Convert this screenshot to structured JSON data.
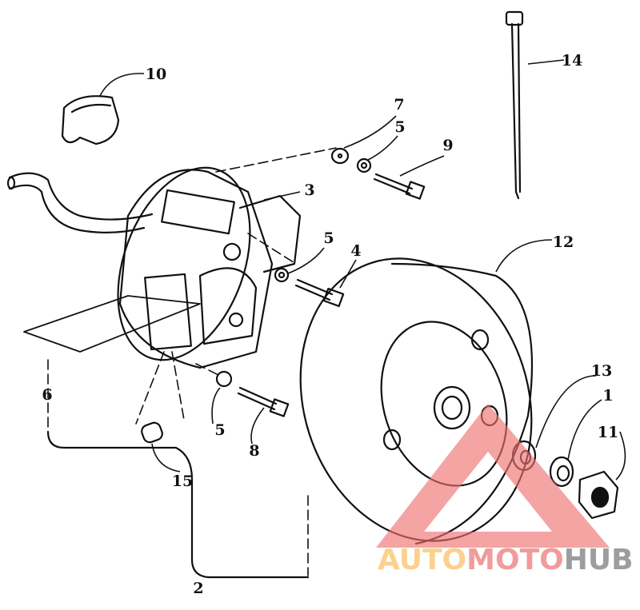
{
  "diagram": {
    "callouts": [
      "10",
      "7",
      "5",
      "9",
      "14",
      "3",
      "5",
      "4",
      "12",
      "6",
      "5",
      "8",
      "15",
      "13",
      "1",
      "11",
      "2"
    ]
  },
  "watermark": {
    "part1": "AUTO",
    "part2": "MOTO",
    "part3": "HUB",
    "colors": {
      "part1": "#fcc97c",
      "part2": "#f08a8a",
      "part3": "#8c8c8c",
      "triangle": "#f07070"
    }
  }
}
